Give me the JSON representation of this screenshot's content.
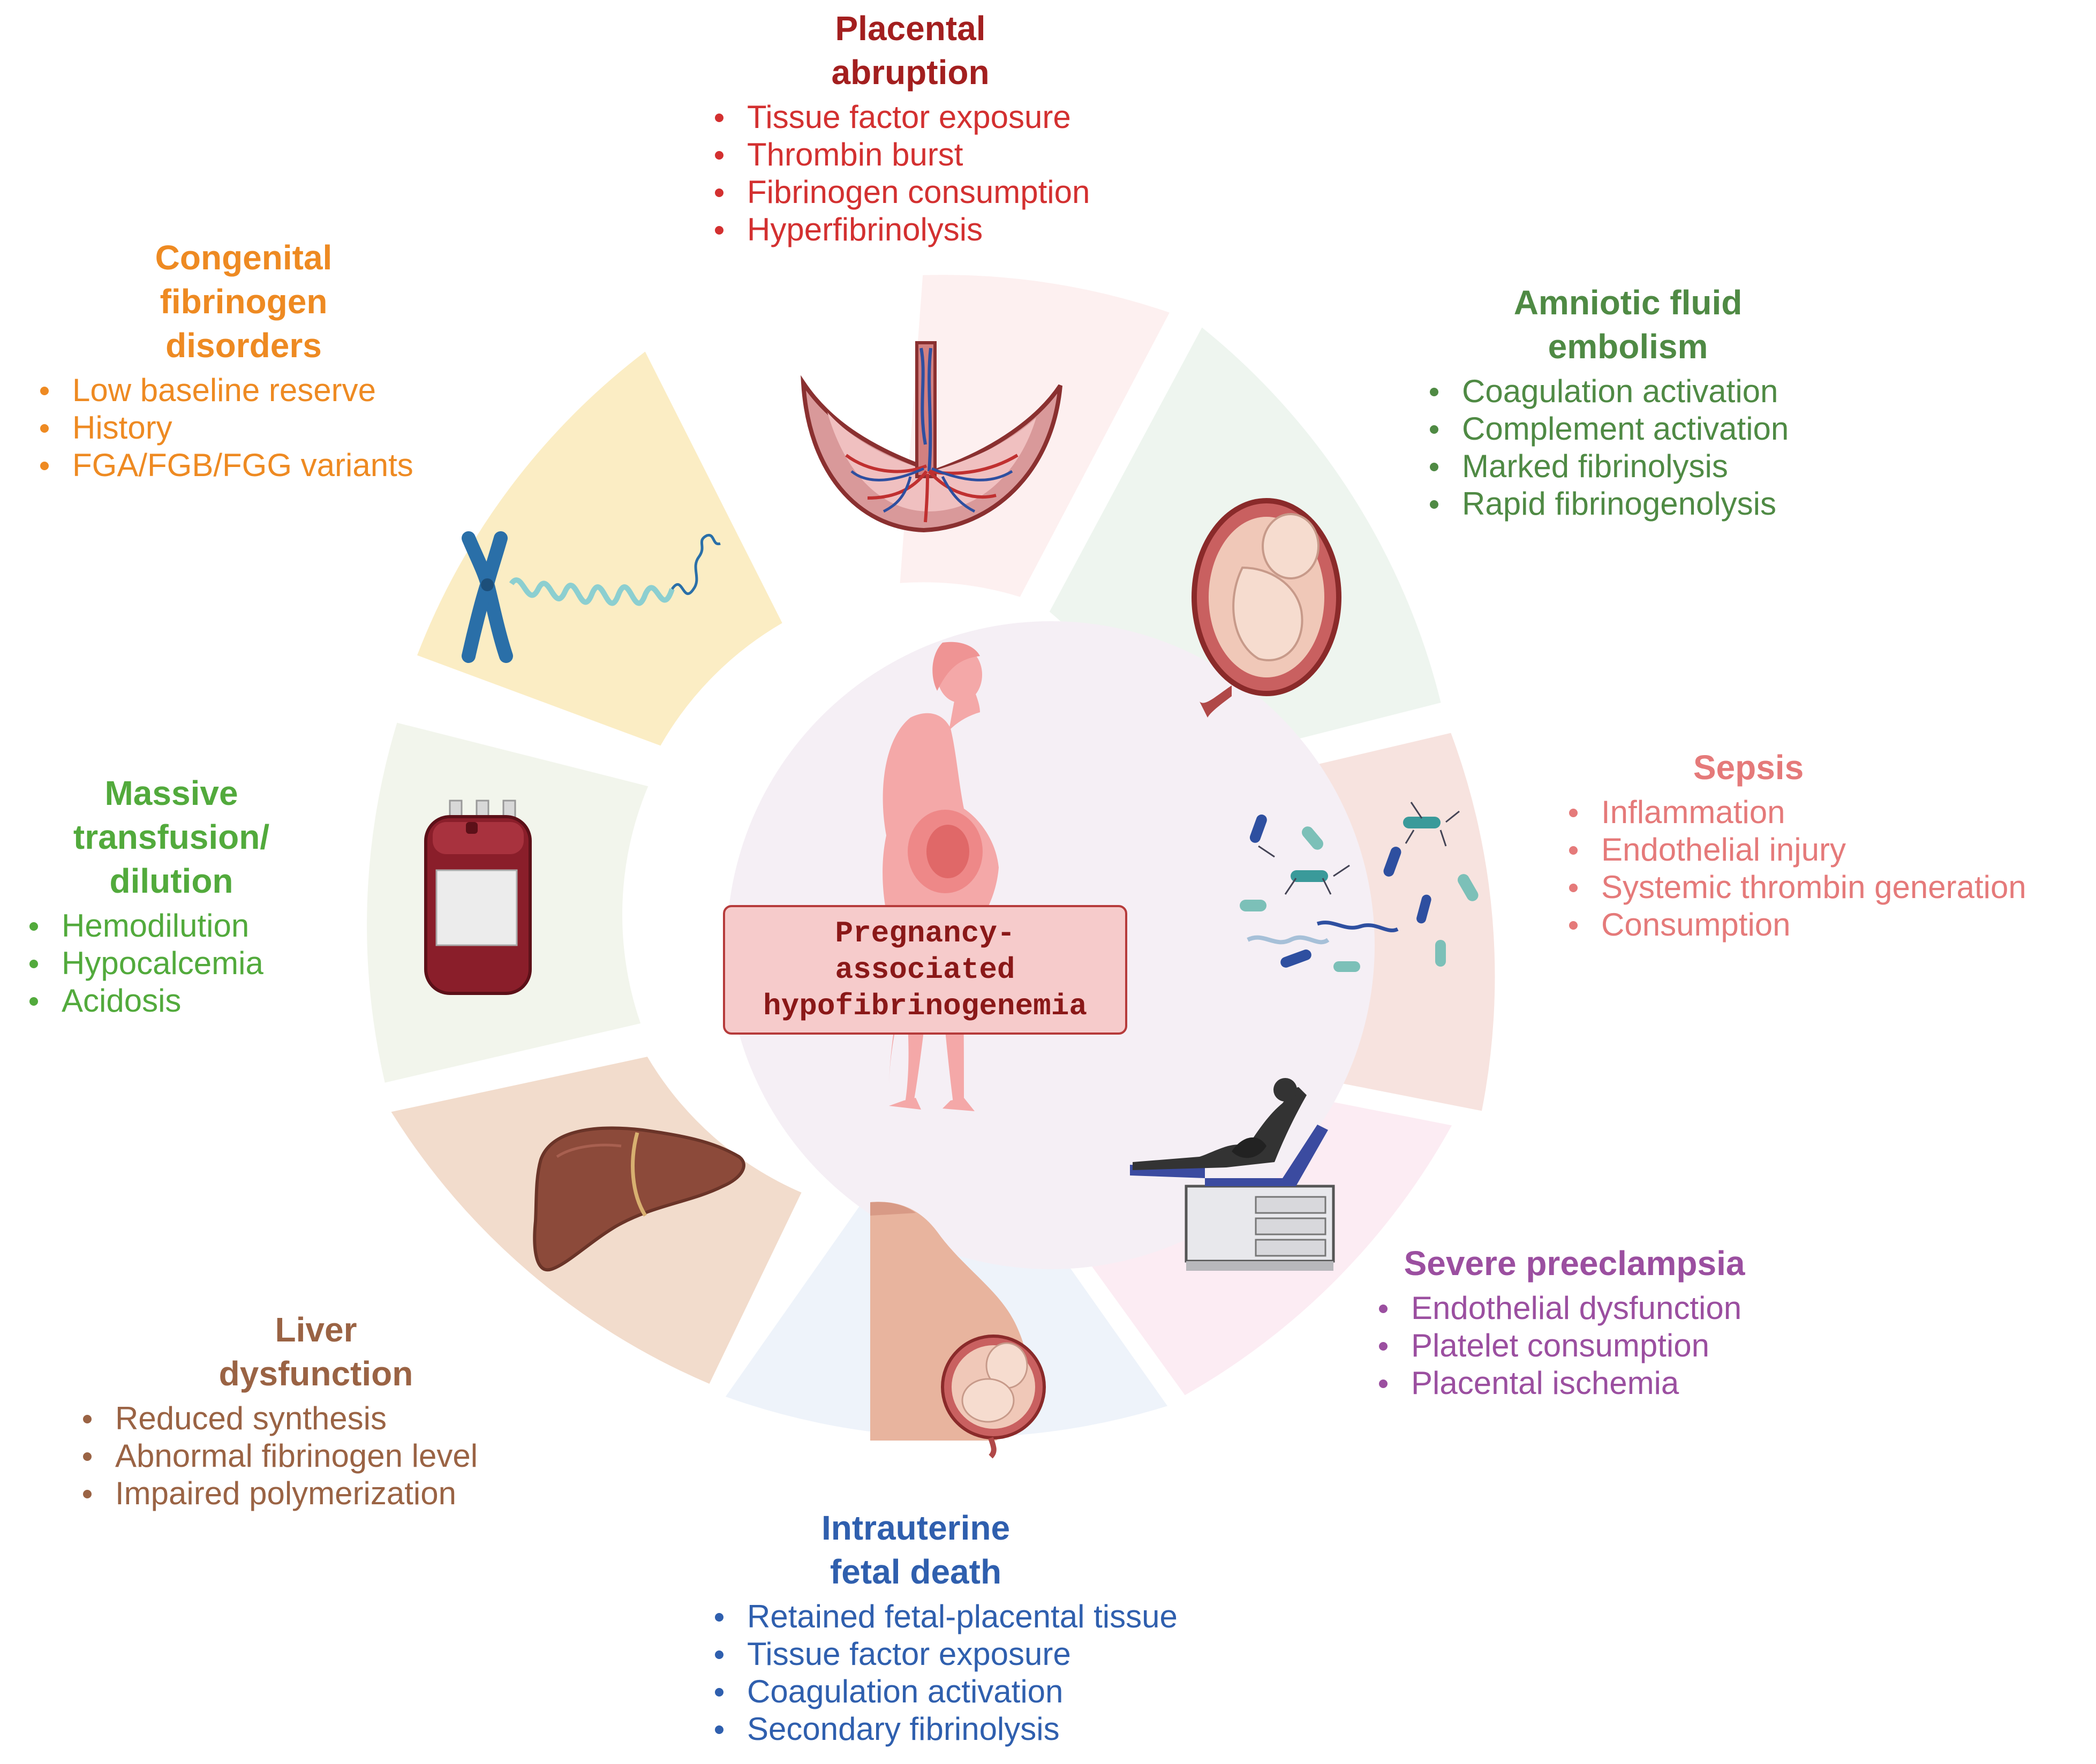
{
  "center": {
    "line1": "Pregnancy-",
    "line2": "associated",
    "line3": "hypofibrinogenemia"
  },
  "causes": {
    "placental": {
      "title1": "Placental",
      "title2": "abruption",
      "color": "#a31f1f",
      "bullet_color": "#d33030",
      "items": [
        "Tissue factor exposure",
        "Thrombin burst",
        "Fibrinogen consumption",
        "Hyperfibrinolysis"
      ],
      "icon": "placenta-icon"
    },
    "amniotic": {
      "title1": "Amniotic fluid",
      "title2": "embolism",
      "color": "#4f8a44",
      "items": [
        "Coagulation activation",
        "Complement activation",
        "Marked fibrinolysis",
        "Rapid fibrinogenolysis"
      ],
      "icon": "fetus-in-uterus-icon"
    },
    "sepsis": {
      "title1": "Sepsis",
      "color": "#e57a7a",
      "items": [
        "Inflammation",
        "Endothelial injury",
        "Systemic thrombin generation",
        "Consumption"
      ],
      "icon": "bacteria-icon"
    },
    "preeclampsia": {
      "title1": "Severe preeclampsia",
      "color": "#9b4fa0",
      "items": [
        "Endothelial dysfunction",
        "Platelet consumption",
        "Placental ischemia"
      ],
      "icon": "hospital-bed-icon"
    },
    "fetal_death": {
      "title1": "Intrauterine",
      "title2": "fetal death",
      "color": "#2f5fae",
      "items": [
        "Retained fetal-placental tissue",
        "Tissue factor exposure",
        "Coagulation activation",
        "Secondary fibrinolysis"
      ],
      "icon": "pregnant-abdomen-icon"
    },
    "liver": {
      "title1": "Liver",
      "title2": "dysfunction",
      "color": "#9a6344",
      "items": [
        "Reduced synthesis",
        "Abnormal fibrinogen level",
        "Impaired polymerization"
      ],
      "icon": "liver-icon"
    },
    "transfusion": {
      "title1": "Massive",
      "title2": "transfusion/",
      "title3": "dilution",
      "color": "#52aa3c",
      "items": [
        "Hemodilution",
        "Hypocalcemia",
        "Acidosis"
      ],
      "icon": "blood-bag-icon"
    },
    "congenital": {
      "title1": "Congenital",
      "title2": "fibrinogen",
      "title3": "disorders",
      "color": "#ee8a22",
      "items": [
        "Low baseline reserve",
        "History",
        "FGA/FGB/FGG variants"
      ],
      "icon": "chromosome-dna-icon"
    }
  },
  "sector_colors": [
    "#fdf0f0",
    "#eef5ef",
    "#f7e3df",
    "#fcecf3",
    "#eef3fa",
    "#f2dccc",
    "#f2f5ec",
    "#fbedc4"
  ],
  "center_fill": "#f5eff5"
}
